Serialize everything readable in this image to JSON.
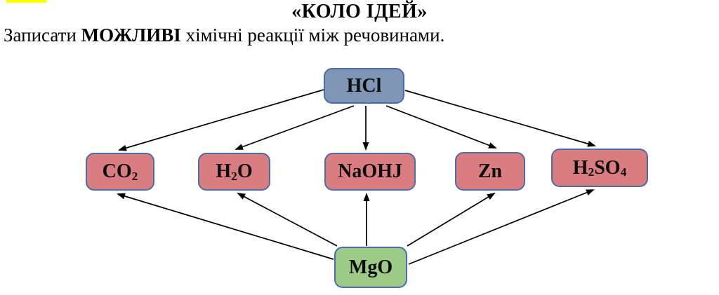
{
  "header": {
    "title": "«КОЛО ІДЕЙ»"
  },
  "instruction": {
    "prefix": "Записати ",
    "emphasis": "МОЖЛИВІ",
    "suffix": " хімічні реакції між речовинами."
  },
  "highlight_marker": {
    "color": "#ffff00"
  },
  "diagram": {
    "nodes": [
      {
        "id": "hcl",
        "formula": "HCl",
        "fill": "#7e95b6",
        "role": "source-top"
      },
      {
        "id": "co2",
        "formula": "CO_2",
        "fill": "#d97d80",
        "role": "target"
      },
      {
        "id": "h2o",
        "formula": "H_2O",
        "fill": "#d97d80",
        "role": "target"
      },
      {
        "id": "naohj",
        "formula": "NaOHJ",
        "fill": "#d97d80",
        "role": "target"
      },
      {
        "id": "zn",
        "formula": "Zn",
        "fill": "#d97d80",
        "role": "target"
      },
      {
        "id": "h2so4",
        "formula": "H_2SO_4",
        "fill": "#d97d80",
        "role": "target"
      },
      {
        "id": "mgo",
        "formula": "MgO",
        "fill": "#9eca87",
        "role": "source-bottom"
      }
    ],
    "edges": [
      {
        "from": "HCl",
        "to": "CO2"
      },
      {
        "from": "HCl",
        "to": "H2O"
      },
      {
        "from": "HCl",
        "to": "NaOHJ"
      },
      {
        "from": "HCl",
        "to": "Zn"
      },
      {
        "from": "HCl",
        "to": "H2SO4"
      },
      {
        "from": "MgO",
        "to": "CO2"
      },
      {
        "from": "MgO",
        "to": "H2O"
      },
      {
        "from": "MgO",
        "to": "NaOHJ"
      },
      {
        "from": "MgO",
        "to": "Zn"
      },
      {
        "from": "MgO",
        "to": "H2SO4"
      }
    ],
    "colors": {
      "node_border": "#4a6cae",
      "arrow": "#000000",
      "text": "#000000",
      "background": "#ffffff"
    }
  }
}
